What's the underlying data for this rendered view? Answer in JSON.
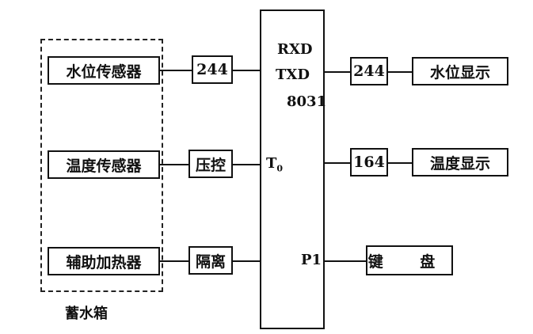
{
  "tank_label": "蓄水箱",
  "sensors": {
    "water_level_sensor": "水位传感器",
    "temperature_sensor": "温度传感器",
    "auxiliary_heater": "辅助加热器"
  },
  "interfaces": {
    "buffer_left": "244",
    "voltage_control": "压控",
    "isolation": "隔离",
    "buffer_right": "244",
    "shift_register": "164"
  },
  "mcu": {
    "rxd": "RXD",
    "txd": "TXD",
    "chip": "8031",
    "t0_main": "T",
    "t0_sub": "0",
    "p1": "P1"
  },
  "outputs": {
    "water_level_display": "水位显示",
    "temperature_display": "温度显示",
    "keyboard": "键 盘"
  }
}
